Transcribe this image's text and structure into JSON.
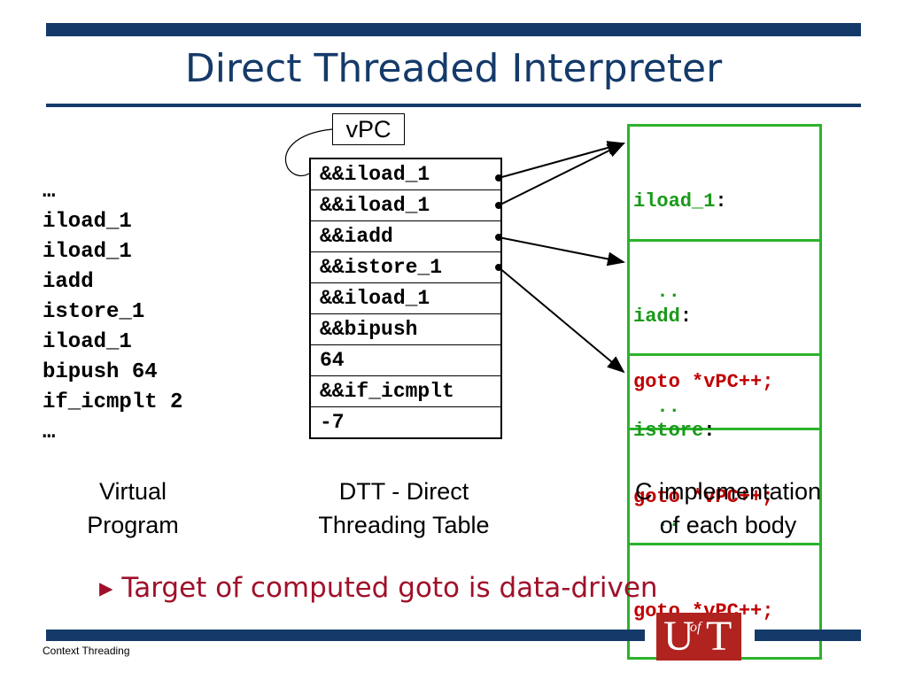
{
  "title": "Direct Threaded Interpreter",
  "virtual_program": {
    "lines": [
      "…",
      "iload_1",
      "iload_1",
      "iadd",
      "istore_1",
      "iload_1",
      "bipush 64",
      "if_icmplt 2",
      "…"
    ],
    "caption_line1": "Virtual",
    "caption_line2": "Program"
  },
  "vpc_label": "vPC",
  "dtt": {
    "cells": [
      "&&iload_1",
      "&&iload_1",
      "&&iadd",
      "&&istore_1",
      "&&iload_1",
      "&&bipush",
      "64",
      "&&if_icmplt",
      "-7"
    ],
    "caption_line1": "DTT - Direct",
    "caption_line2": "Threading Table"
  },
  "bodies": [
    {
      "label": "iload_1",
      "colon": ":",
      "dots": "  ..",
      "goto": "goto *vPC++;"
    },
    {
      "label": "iadd",
      "colon": ":",
      "dots": "  ..",
      "goto": "goto *vPC++;"
    },
    {
      "label": "istore",
      "colon": ":",
      "dots": "  ..",
      "goto": "goto *vPC++;"
    }
  ],
  "bodies_caption_line1": "C implementation",
  "bodies_caption_line2": "of each body",
  "bullet": {
    "marker": "▸",
    "text": "Target of computed goto is data-driven"
  },
  "footer": "Context Threading",
  "logo": {
    "big": "U",
    "small": "of",
    "big2": "T"
  },
  "colors": {
    "navy": "#143a69",
    "green_border": "#2bb32b",
    "green_text": "#1a9a1a",
    "red_text": "#c00000",
    "bullet": "#a0102a",
    "logo_bg": "#b0231f"
  }
}
